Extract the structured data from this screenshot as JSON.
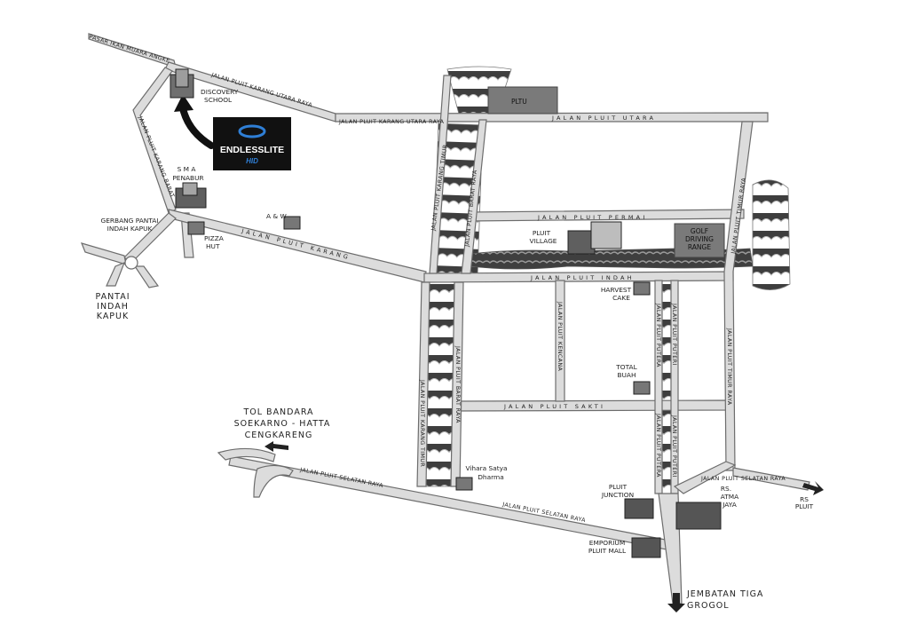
{
  "roads": {
    "pasar_ikan": "PASAR IKAN MUARA ANGKE",
    "karang_utara_raya_1": "JALAN PLUIT KARANG UTARA RAYA",
    "karang_utara_raya_2": "JALAN PLUIT KARANG UTARA RAYA",
    "pluit_utara": "JALAN PLUIT UTARA",
    "pluit_permai": "JALAN PLUIT PERMAI",
    "pluit_indah": "JALAN PLUIT INDAH",
    "pluit_sakti": "JALAN PLUIT SAKTI",
    "pluit_karang": "JALAN PLUIT KARANG",
    "karang_barat": "JALAN PLUIT KARANG BARAT",
    "karang_timur_top": "JALAN PLUIT KARANG TIMUR",
    "barat_raya_top": "JALAN PLUIT BARAT RAYA",
    "barat_raya_bottom": "JALAN PLUIT BARAT RAYA",
    "karang_timur_bottom": "JALAN PLUIT KARANG TIMUR",
    "kencana": "JALAN PLUIT KENCANA",
    "putera": "JALAN PLUIT PUTERA",
    "puteri": "JALAN PLUIT PUTERI",
    "putera_2": "JALAN PLUIT PUTERA",
    "puteri_2": "JALAN PLUIT PUTERI",
    "timur_raya_top": "JALAN PLUIT TIMUR RAYA",
    "timur_raya_mid": "JALAN PLUIT TIMUR RAYA",
    "selatan_raya_1": "JALAN PLUIT SELATAN RAYA",
    "selatan_raya_2": "JALAN PLUIT SELATAN RAYA",
    "selatan_raya_3": "JALAN PLUIT SELATAN RAYA"
  },
  "places": {
    "discovery": [
      "DISCOVERY",
      "SCHOOL"
    ],
    "sma": [
      "S M A",
      "PENABUR"
    ],
    "gerbang": [
      "GERBANG PANTAI",
      "INDAH KAPUK"
    ],
    "aw": "A & W",
    "pizza": [
      "PIZZA",
      "HUT"
    ],
    "pantai": [
      "PANTAI",
      "INDAH",
      "KAPUK"
    ],
    "pltu": "PLTU",
    "pluit_village": [
      "PLUIT",
      "VILLAGE"
    ],
    "golf": [
      "GOLF",
      "DRIVING",
      "RANGE"
    ],
    "harvest": [
      "HARVEST",
      "CAKE"
    ],
    "total_buah": [
      "TOTAL",
      "BUAH"
    ],
    "tol": [
      "TOL BANDARA",
      "SOEKARNO - HATTA",
      "CENGKARENG"
    ],
    "vihara": [
      "Vihara Satya",
      "Dharma"
    ],
    "pluit_junction": [
      "PLUIT",
      "JUNCTION"
    ],
    "emporium": [
      "EMPORIUM",
      "PLUIT MALL"
    ],
    "atma_jaya": [
      "RS.",
      "ATMA",
      "JAYA"
    ],
    "rs_pluit": [
      "RS",
      "PLUIT"
    ],
    "jembatan": [
      "JEMBATAN TIGA",
      "GROGOL"
    ]
  },
  "logo": {
    "brand": "ENDLESSLITE",
    "sub": "HID"
  },
  "colors": {
    "road_fill": "#dcdcdc",
    "road_edge": "#6d6d6d",
    "water": "#4a4a4a",
    "logo_bg": "#111111",
    "logo_accent": "#2f7fd6"
  }
}
